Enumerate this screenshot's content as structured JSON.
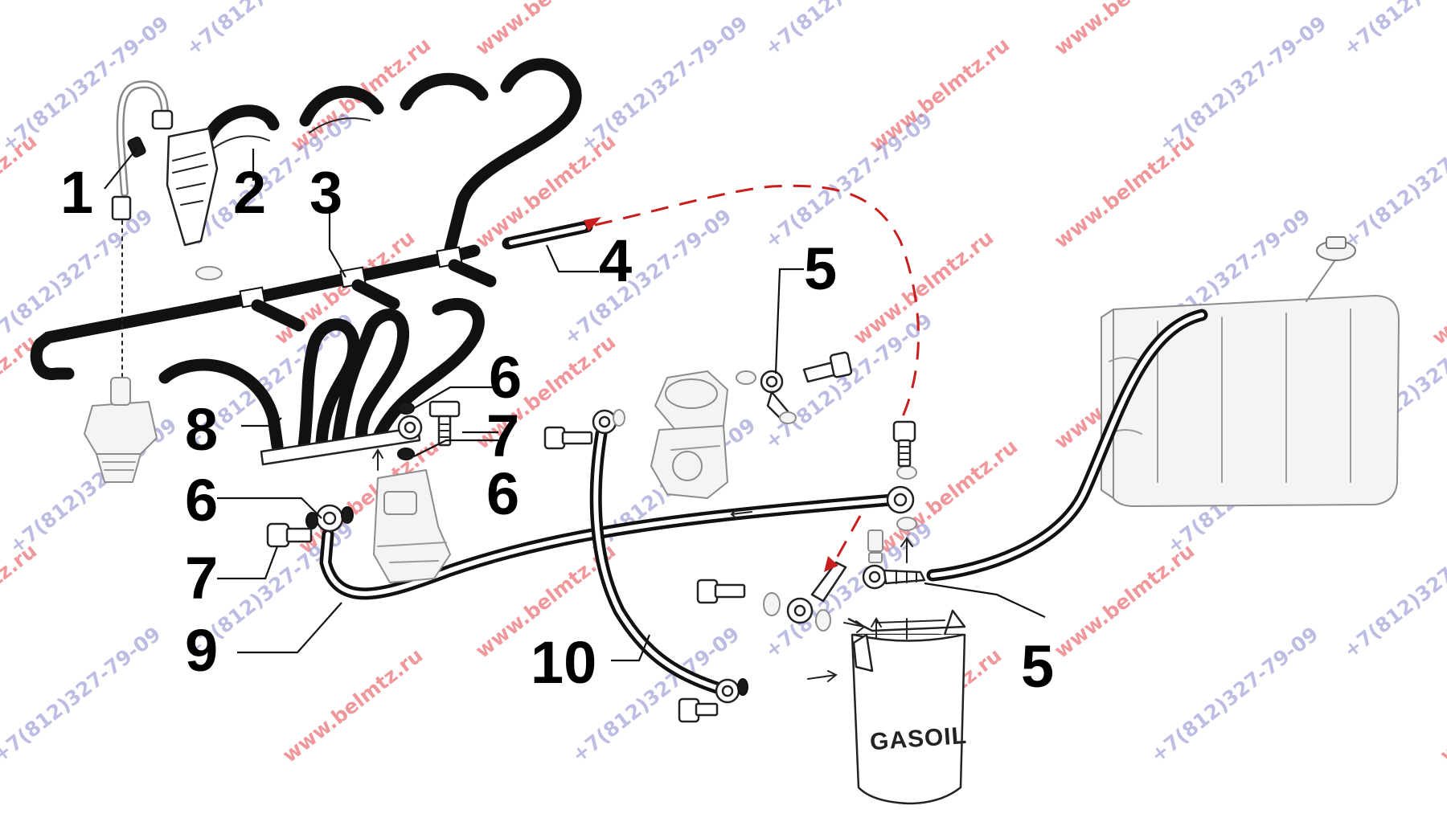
{
  "diagram": {
    "callouts": [
      "1",
      "2",
      "3",
      "4",
      "5",
      "5",
      "6",
      "6",
      "6",
      "7",
      "7",
      "8",
      "9",
      "10"
    ],
    "filter_label": "GASOIL",
    "watermark": {
      "site": "www.belmtz.ru",
      "phone": "+7(812)327-79-09",
      "site_color": "#e2323a",
      "phone_color": "#7d7dc8"
    },
    "flow_line_color": "#c81e1e"
  }
}
